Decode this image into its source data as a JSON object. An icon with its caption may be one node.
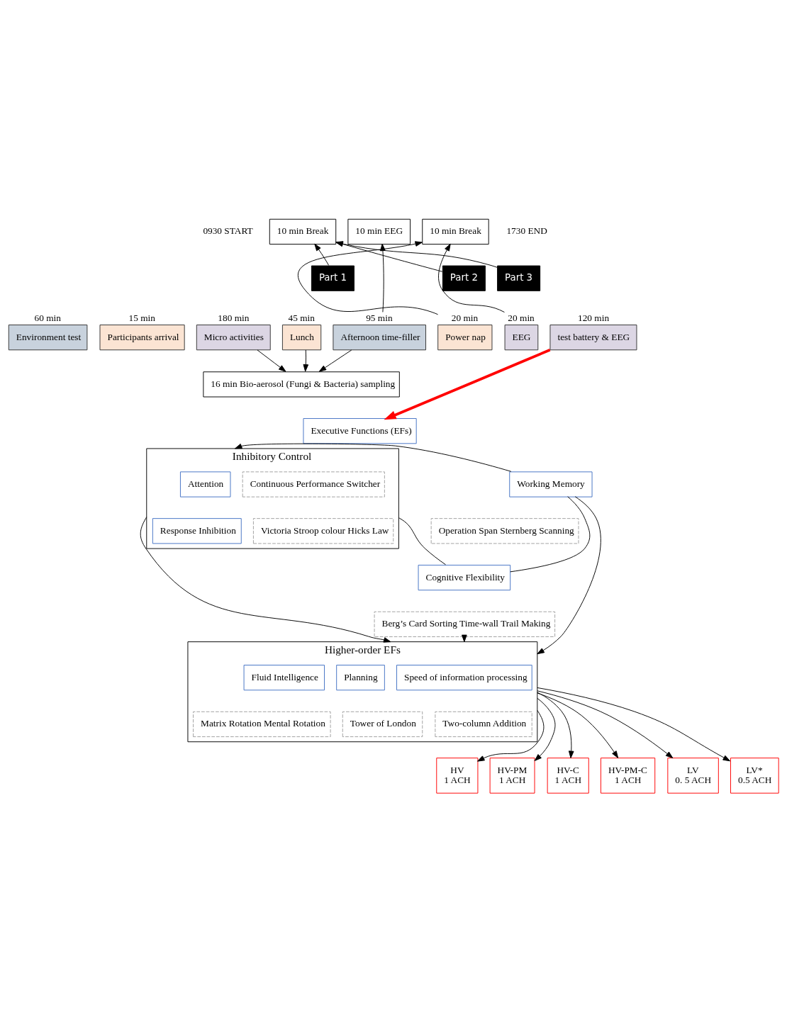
{
  "diagram": {
    "nodes": [
      {
        "text": [
          "Environment test"
        ],
        "beside": [
          "60 min"
        ]
      },
      {
        "text": [
          "Participants arrival"
        ],
        "beside": [
          "15 min"
        ]
      },
      {
        "text": [
          "Micro activities"
        ],
        "beside": [
          "180 min"
        ]
      },
      {
        "text": [
          "Lunch"
        ],
        "beside": [
          "45 min"
        ]
      },
      {
        "text": [
          "Afternoon time-filler"
        ],
        "beside": [
          "95 min"
        ]
      },
      {
        "text": [
          "Power nap"
        ],
        "beside": [
          "20 min"
        ]
      },
      {
        "text": [
          "EEG"
        ],
        "beside": [
          "20 min"
        ]
      },
      {
        "text": [
          "test battery & EEG"
        ],
        "beside": [
          "120 min"
        ]
      },
      {
        "text": [
          "Part 1"
        ]
      },
      {
        "text": [
          "Part 2"
        ]
      },
      {
        "text": [
          "Part 3"
        ]
      },
      {
        "text": [
          "10 min Break"
        ]
      },
      {
        "text": [
          "10 min EEG"
        ]
      },
      {
        "text": [
          "10 min Break"
        ]
      },
      {
        "text": [
          "16 min Bio-aerosol (Fungi & Bacteria) sampling"
        ]
      },
      {
        "text": [
          "Executive Functions (EFs)"
        ]
      },
      {
        "text": [
          "Inhibitory Control"
        ]
      },
      {
        "text": [
          "Attention"
        ],
        "in": 16
      },
      {
        "text": [
          "Continuous Performance Switcher"
        ],
        "in": 16
      },
      {
        "text": [
          "Response Inhibition"
        ],
        "in": 16
      },
      {
        "text": [
          "Victoria Stroop colour Hicks Law"
        ],
        "in": 16
      },
      {
        "text": [
          "Working Memory"
        ]
      },
      {
        "text": [
          "Operation Span Sternberg Scanning"
        ]
      },
      {
        "text": [
          "Cognitive Flexibility"
        ]
      },
      {
        "text": [
          "Berg’s Card Sorting Time-wall Trail Making"
        ]
      },
      {
        "text": [
          "Higher-order EFs"
        ]
      },
      {
        "text": [
          "Speed of information processing"
        ],
        "in": 25
      },
      {
        "text": [
          "Two-column Addition"
        ],
        "in": 25
      },
      {
        "text": [
          "Fluid Intelligence"
        ],
        "in": 25
      },
      {
        "text": [
          "Matrix Rotation Mental Rotation"
        ],
        "in": 25
      },
      {
        "text": [
          "Planning"
        ],
        "in": 25
      },
      {
        "text": [
          "Tower of London"
        ],
        "in": 25
      },
      {
        "text": [
          "HV",
          "1 ACH"
        ]
      },
      {
        "text": [
          "HV-PM",
          "1 ACH"
        ]
      },
      {
        "text": [
          "HV-C",
          "1 ACH"
        ]
      },
      {
        "text": [
          "HV-PM-C",
          "1 ACH"
        ]
      },
      {
        "text": [
          "LV",
          "0. 5 ACH"
        ]
      },
      {
        "text": [
          "LV*",
          "0.5 ACH"
        ]
      }
    ],
    "edges": [
      {
        "from": 8,
        "to": 11,
        "arrow": "to"
      },
      {
        "from": 9,
        "to": 11,
        "arrow": "to"
      },
      {
        "from": 10,
        "to": 11,
        "arrow": "to"
      },
      {
        "from": 4,
        "to": 12,
        "arrow": "to"
      },
      {
        "from": 5,
        "to": 13,
        "arrow": "to"
      },
      {
        "from": 6,
        "to": 13,
        "arrow": "to"
      },
      {
        "from": 2,
        "to": 14,
        "arrow": "to"
      },
      {
        "from": 3,
        "to": 14,
        "arrow": "to"
      },
      {
        "from": 4,
        "to": 14,
        "arrow": "to"
      },
      {
        "from": 7,
        "to": 15,
        "arrow": "to",
        "style": "thick",
        "color": "#ff0000"
      },
      {
        "from": 21,
        "to": 16,
        "arrow": "to"
      },
      {
        "from": 21,
        "to": 23,
        "arrow": "none"
      },
      {
        "from": 16,
        "to": 23,
        "arrow": "none"
      },
      {
        "from": 21,
        "to": 25,
        "arrow": "to"
      },
      {
        "from": 16,
        "to": 25,
        "arrow": "to"
      },
      {
        "from": 24,
        "to": 25,
        "arrow": "to"
      },
      {
        "from": 25,
        "to": 32,
        "arrow": "to"
      },
      {
        "from": 25,
        "to": 33,
        "arrow": "to"
      },
      {
        "from": 25,
        "to": 34,
        "arrow": "to"
      },
      {
        "from": 25,
        "to": 35,
        "arrow": "to"
      },
      {
        "from": 25,
        "to": 36,
        "arrow": "to"
      },
      {
        "from": 25,
        "to": 37,
        "arrow": "to"
      }
    ],
    "labels": [
      "0930 START",
      "1730 END"
    ]
  }
}
